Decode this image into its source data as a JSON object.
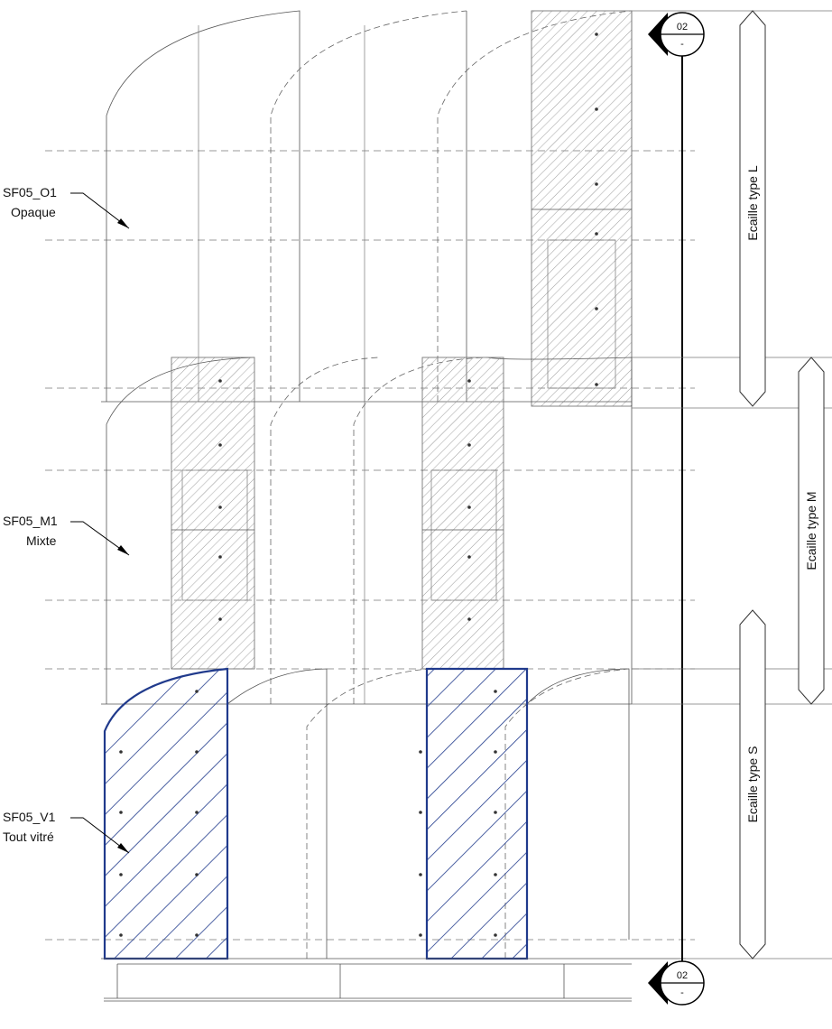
{
  "labels": [
    {
      "code": "SF05_O1",
      "desc": "Opaque"
    },
    {
      "code": "SF05_M1",
      "desc": "Mixte"
    },
    {
      "code": "SF05_V1",
      "desc": "Tout vitré"
    }
  ],
  "bands": {
    "large": "Ecaille type L",
    "medium": "Ecaille type M",
    "small": "Ecaille type S"
  },
  "section_markers": {
    "top": {
      "number": "02",
      "sheet": "-"
    },
    "bottom": {
      "number": "02",
      "sheet": "-"
    }
  },
  "colors": {
    "glazed_hatch": "#203a8c",
    "opaque_hatch": "#8a8a8a",
    "lines": "#555555"
  }
}
